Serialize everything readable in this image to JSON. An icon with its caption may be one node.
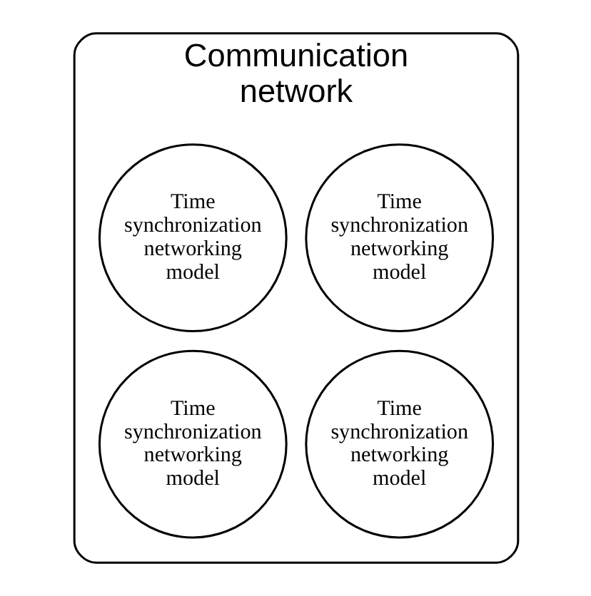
{
  "diagram": {
    "nodes": [
      {
        "text": [
          "Communication network"
        ]
      },
      {
        "text": [
          "Time synchronization networking model"
        ],
        "in": 0
      },
      {
        "text": [
          "Time synchronization networking model"
        ],
        "in": 0
      },
      {
        "text": [
          "Time synchronization networking model"
        ],
        "in": 0
      },
      {
        "text": [
          "Time synchronization networking model"
        ],
        "in": 0
      }
    ]
  }
}
